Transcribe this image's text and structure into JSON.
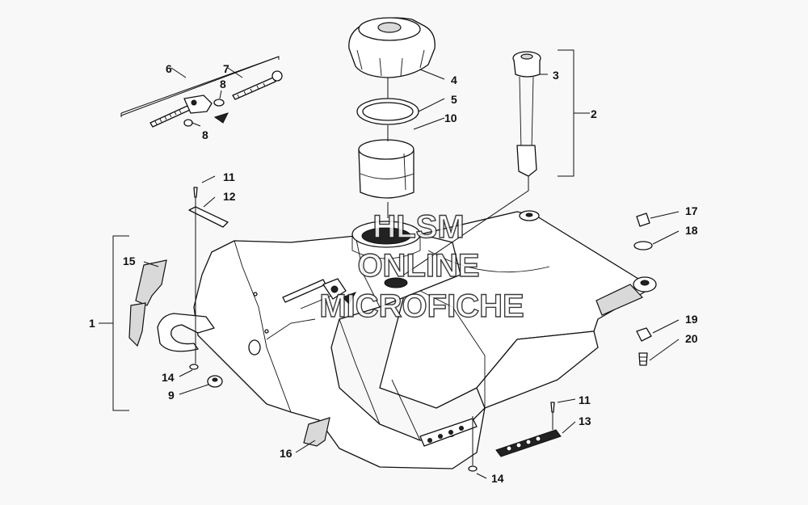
{
  "watermark": {
    "line1": "HLSM",
    "line2": "ONLINE",
    "line3": "MICROFICHE"
  },
  "callouts": {
    "c1": "1",
    "c2": "2",
    "c3": "3",
    "c4": "4",
    "c5": "5",
    "c6": "6",
    "c7": "7",
    "c8a": "8",
    "c8b": "8",
    "c9": "9",
    "c10": "10",
    "c11a": "11",
    "c11b": "11",
    "c12": "12",
    "c13": "13",
    "c14a": "14",
    "c14b": "14",
    "c15": "15",
    "c16": "16",
    "c17": "17",
    "c18": "18",
    "c19": "19",
    "c20": "20"
  }
}
